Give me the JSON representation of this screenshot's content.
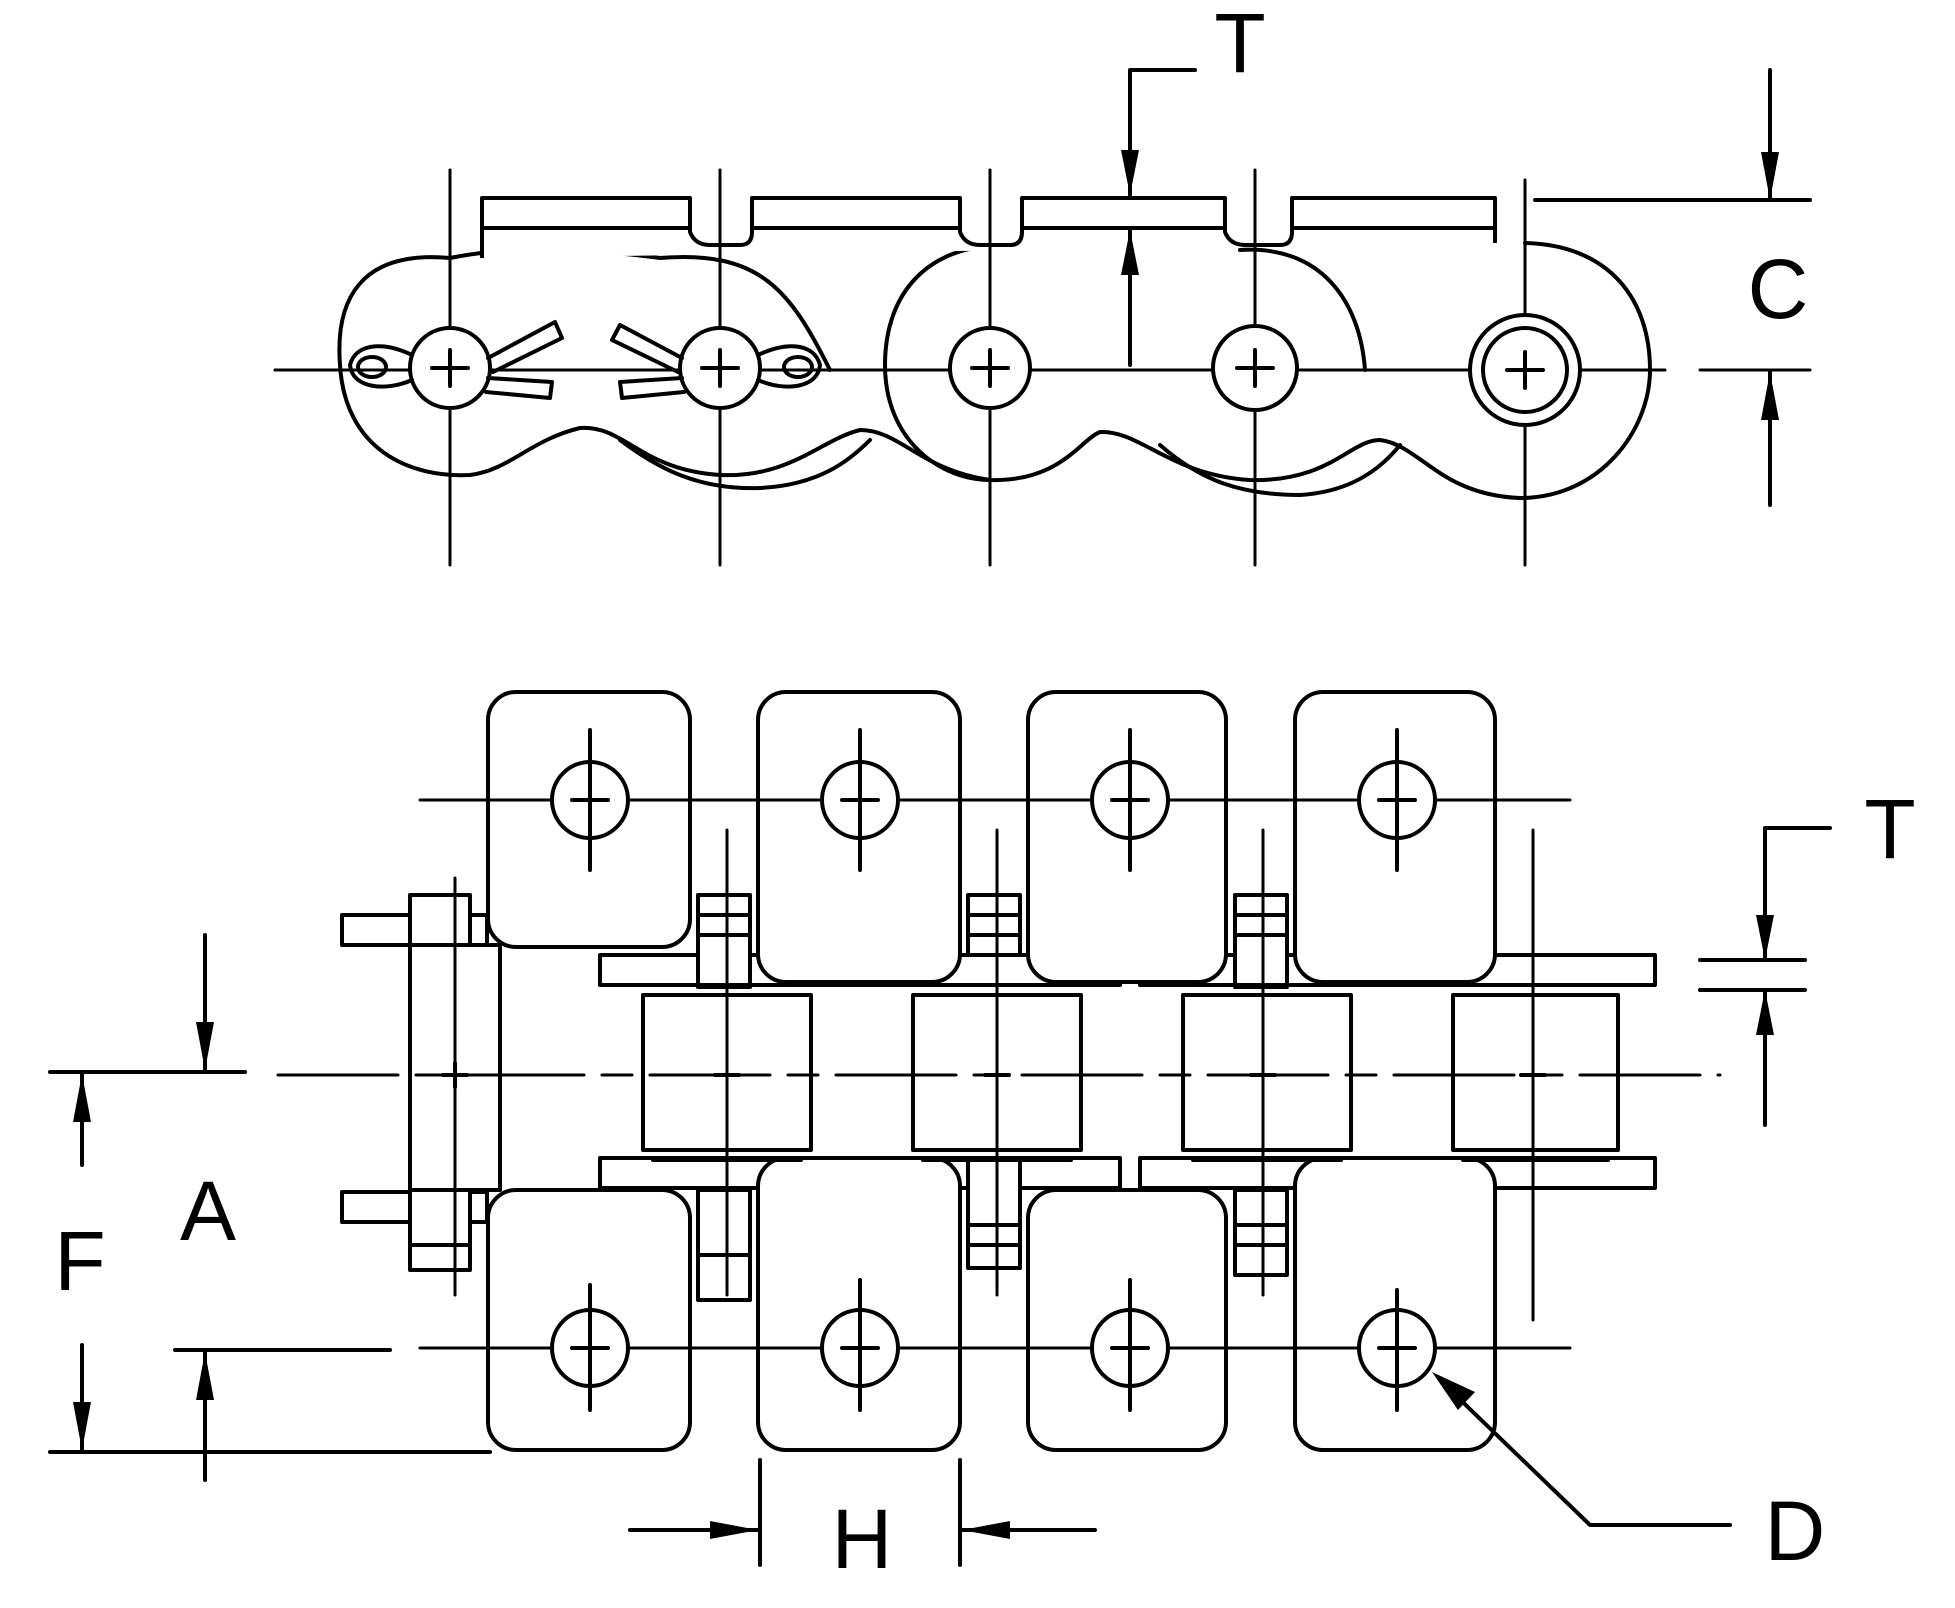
{
  "diagram": {
    "labels": {
      "top_t": "T",
      "c": "C",
      "right_t": "T",
      "a": "A",
      "f": "F",
      "h": "H",
      "d": "D"
    },
    "colors": {
      "line": "#000000",
      "background": "#ffffff"
    }
  }
}
